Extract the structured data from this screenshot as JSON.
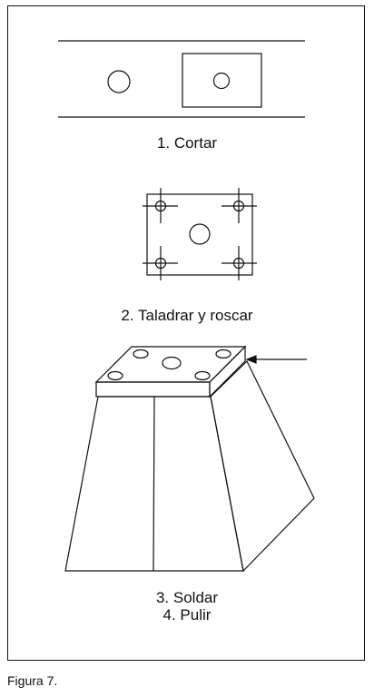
{
  "steps": {
    "cut": "1. Cortar",
    "drill": "2. Taladrar y roscar",
    "weld": "3. Soldar",
    "polish": "4. Pulir"
  },
  "caption": "Figura 7."
}
